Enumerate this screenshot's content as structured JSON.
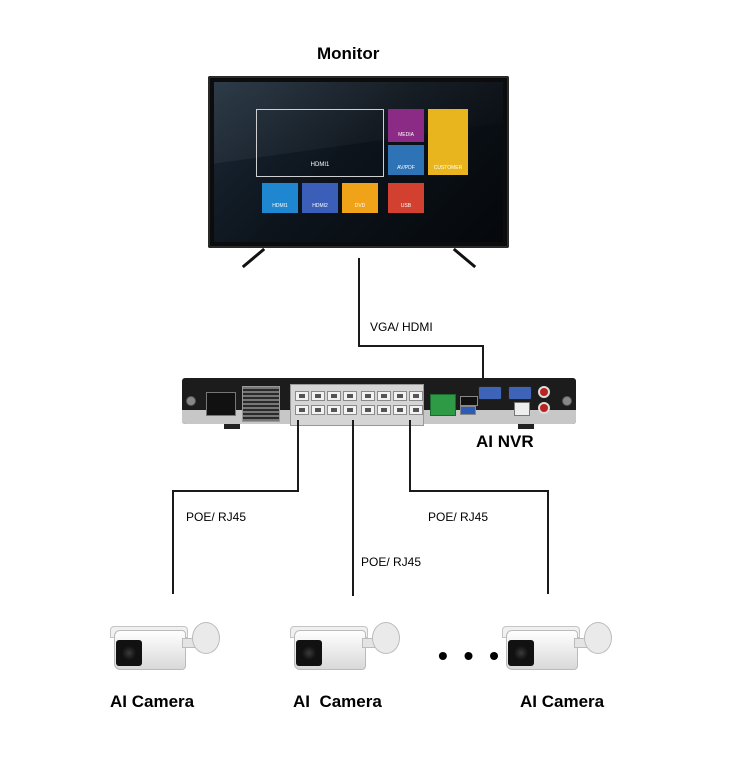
{
  "diagram": {
    "monitor_title": "Monitor",
    "nvr_title": "AI NVR",
    "connections": {
      "monitor_nvr": "VGA/ HDMI",
      "camera_left": "POE/ RJ45",
      "camera_middle": "POE/ RJ45",
      "camera_right": "POE/ RJ45"
    },
    "cameras": [
      {
        "label": "AI Camera"
      },
      {
        "label": "AI  Camera"
      },
      {
        "label": "AI Camera"
      }
    ],
    "ellipsis": "• • •",
    "monitor_screen": {
      "main_tile": "HDMI1",
      "tiles": [
        "MEDIA",
        "CUSTOMER",
        "AV/PDF",
        "HDMI1",
        "HDMI2",
        "DVD",
        "USB"
      ]
    }
  }
}
